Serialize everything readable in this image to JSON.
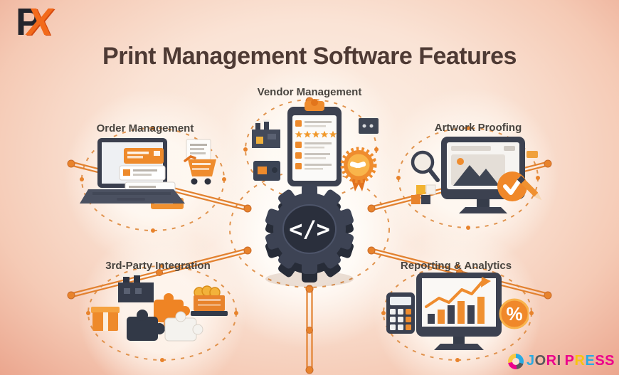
{
  "page": {
    "title": "Print Management Software Features"
  },
  "logo": {
    "p": "P",
    "x": "X"
  },
  "center": {
    "icon": "code-gear-icon",
    "code_symbol": "</>"
  },
  "features": [
    {
      "id": "order-management",
      "label": "Order Management",
      "icon": "laptop-order-cards-cart-icon"
    },
    {
      "id": "vendor-management",
      "label": "Vendor Management",
      "icon": "clipboard-rating-badge-icon"
    },
    {
      "id": "artwork-proofing",
      "label": "Artwork Proofing",
      "icon": "monitor-image-check-magnifier-icon"
    },
    {
      "id": "third-party-integration",
      "label": "3rd-Party Integration",
      "icon": "puzzle-pieces-boxes-icon"
    },
    {
      "id": "reporting-analytics",
      "label": "Reporting & Analytics",
      "icon": "monitor-barchart-calculator-percent-icon"
    }
  ],
  "icon_text": {
    "percent": "%"
  },
  "watermark": {
    "brand": "JORIPRESS",
    "letters": [
      "J",
      "O",
      "R",
      "I",
      "P",
      "R",
      "E",
      "S",
      "S"
    ]
  },
  "colors": {
    "accent_orange": "#ee8a2b",
    "deep_orange": "#e2731f",
    "dark_slate": "#3c4150",
    "title_brown": "#4e3a34",
    "label_gray": "#494540",
    "background_peach": "#f5cab5",
    "ring_orange": "#de8a3e",
    "cyan": "#29abe2",
    "magenta": "#ec008c",
    "yellow": "#f7c411",
    "gray": "#58595b"
  }
}
